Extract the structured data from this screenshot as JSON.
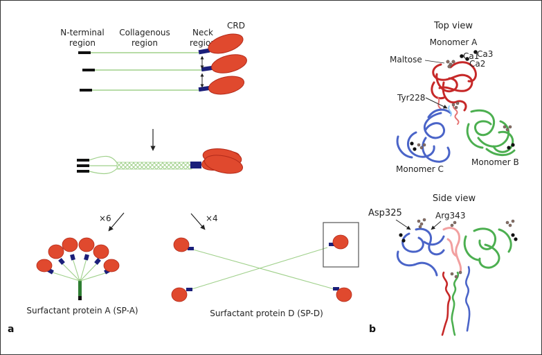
{
  "panel_a": {
    "letter": "a",
    "labels": {
      "n_terminal": [
        "N-terminal",
        "region"
      ],
      "collagenous": [
        "Collagenous",
        "region"
      ],
      "neck": [
        "Neck",
        "region"
      ],
      "crd": "CRD"
    },
    "multiplier_a": "×6",
    "multiplier_d": "×4",
    "caption_a": "Surfactant protein A (SP-A)",
    "caption_d": "Surfactant protein D (SP-D)"
  },
  "panel_b": {
    "letter": "b",
    "top_title": "Top view",
    "side_title": "Side view",
    "monomer_a": "Monomer A",
    "monomer_b": "Monomer B",
    "monomer_c": "Monomer C",
    "ca1": "Ca1",
    "ca2": "Ca2",
    "ca3": "Ca3",
    "maltose": "Maltose",
    "tyr228": "Tyr228",
    "asp325": "Asp325",
    "arg343": "Arg343"
  },
  "colors": {
    "crd": "#e0492e",
    "crd_edge": "#b22a1a",
    "neck": "#1b1f7a",
    "collagen": "#9fd08a",
    "tail": "#111111",
    "stalk": "#2e7d32",
    "monomer_a": "#c62828",
    "monomer_b": "#4caf50",
    "monomer_c": "#4a64c8"
  }
}
